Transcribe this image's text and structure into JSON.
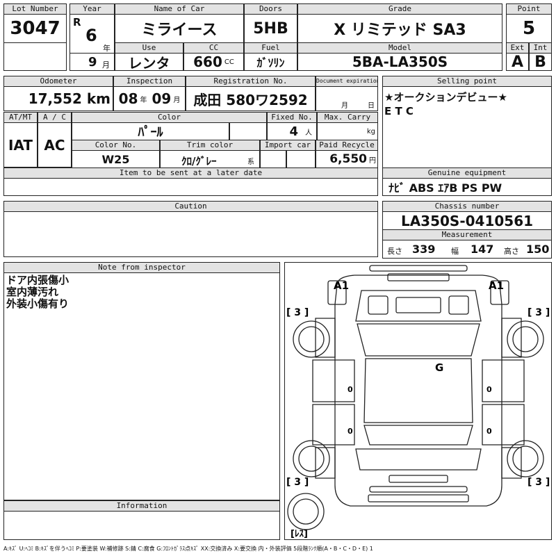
{
  "headers": {
    "lot_number": "Lot Number",
    "year": "Year",
    "name_of_car": "Name of Car",
    "doors": "Doors",
    "grade": "Grade",
    "point": "Point",
    "use": "Use",
    "cc": "CC",
    "fuel": "Fuel",
    "model": "Model",
    "ext": "Ext",
    "int": "Int",
    "odometer": "Odometer",
    "inspection": "Inspection",
    "registration_no": "Registration No.",
    "document_expiration": "Document expiration",
    "selling_point": "Selling point",
    "at_mt": "AT/MT",
    "ac": "A / C",
    "color": "Color",
    "fixed_no": "Fixed No.",
    "max_carry": "Max. Carry",
    "color_no": "Color No.",
    "trim_color": "Trim color",
    "import_car": "Import car",
    "paid_recycle": "Paid Recycle",
    "item_later": "Item to be sent at a later date",
    "genuine_equipment": "Genuine equipment",
    "caution": "Caution",
    "chassis_number": "Chassis number",
    "measurement": "Measurement",
    "note_inspector": "Note from inspector",
    "information": "Information"
  },
  "lot": "3047",
  "year": {
    "era": "R",
    "number": "6",
    "unit_year": "年",
    "month": "9",
    "unit_month": "月"
  },
  "name_of_car": "ミライース",
  "doors": "5HB",
  "grade": "X リミテッド SA3",
  "point": "5",
  "use": "レンタ",
  "cc": {
    "value": "660",
    "unit": "CC"
  },
  "fuel": "ｶﾞｿﾘﾝ",
  "model": "5BA-LA350S",
  "ext": "A",
  "int": "B",
  "odometer": {
    "value": "17,552",
    "unit": "km"
  },
  "inspection": {
    "year": "08",
    "unit_year": "年",
    "month": "09",
    "unit_month": "月"
  },
  "registration": "成田 580ワ2592",
  "document_expiration": {
    "unit_month": "月",
    "unit_day": "日"
  },
  "selling_point": {
    "line1": "★オークションデビュー★",
    "line2": "E T C"
  },
  "at_mt": "IAT",
  "ac": "AC",
  "color": "ﾊﾟｰﾙ",
  "fixed_no": {
    "value": "4",
    "unit": "人"
  },
  "max_carry": {
    "unit": "kg"
  },
  "color_no": "W25",
  "trim_color": {
    "value": "ｸﾛ/ｸﾞﾚｰ",
    "unit": "系"
  },
  "paid_recycle": {
    "value": "6,550",
    "unit": "円"
  },
  "genuine_equipment": "ﾅﾋﾞ ABS ｴｱB PS PW",
  "chassis_number": "LA350S-0410561",
  "measurement": {
    "length_label": "長さ",
    "length": "339",
    "width_label": "幅",
    "width": "147",
    "height_label": "高さ",
    "height": "150"
  },
  "notes": [
    "ドア内張傷小",
    "室内薄汚れ",
    "外装小傷有り"
  ],
  "diagram": {
    "mark_a1_left": "A1",
    "mark_a1_right": "A1",
    "mark_g": "G",
    "tire_tl": "[ 3 ]",
    "tire_tr": "[ 3 ]",
    "tire_bl": "[ 3 ]",
    "tire_br": "[ 3 ]",
    "spare": "[ﾚｽ]",
    "zero_1": "0",
    "zero_2": "0",
    "zero_3": "0",
    "zero_4": "0"
  },
  "legend": "A:ｷｽﾞ U:ﾍｺﾐ B:ｷｽﾞを伴うﾍｺﾐ P:要塗装 W:補修跡 S:錆 C:腐食 G:ﾌﾛﾝﾄｶﾞﾗｽ点ｷｽﾞ XX:交換済み X:要交換 内・外装評価 5段階ﾗﾝｸ順(A・B・C・D・E) 1"
}
